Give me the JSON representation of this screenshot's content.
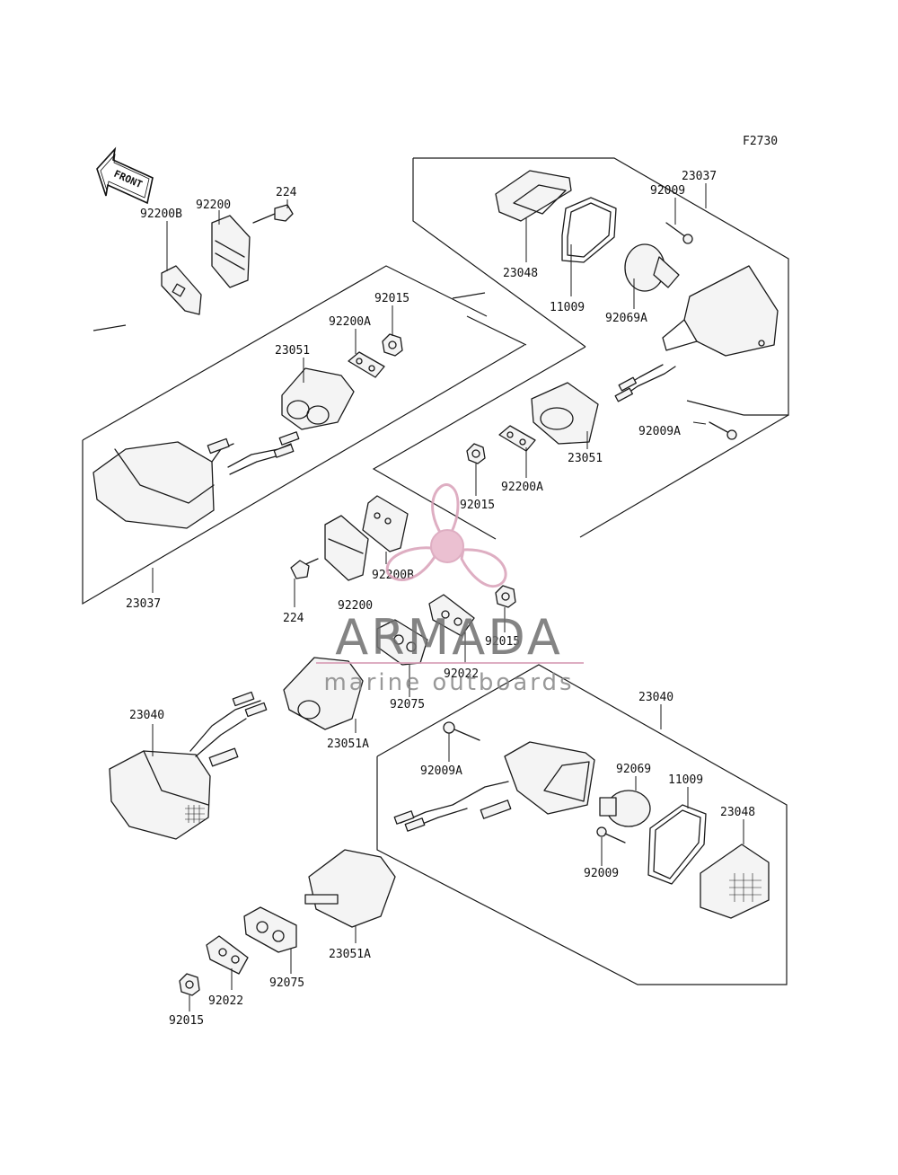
{
  "figure_code": "F2730",
  "front_arrow_text": "FRONT",
  "watermark": {
    "brand": "ARMADA",
    "tagline": "marine outboards",
    "color": "#d9a0b8"
  },
  "part_labels": {
    "p23037_top": "23037",
    "p23048_top": "23048",
    "p11009_top": "11009",
    "p92009_top": "92009",
    "p92069A": "92069A",
    "p92009A_top": "92009A",
    "p23051_right": "23051",
    "p92200A_right": "92200A",
    "p92015_mid": "92015",
    "p92200": "92200",
    "p224_top": "224",
    "p92200B_top": "92200B",
    "p92015_top": "92015",
    "p92200A_left": "92200A",
    "p23051_left": "23051",
    "p23037_left": "23037",
    "p92200B_mid": "92200B",
    "p224_mid": "224",
    "p92200_mid": "92200",
    "p92015_mid2": "92015",
    "p92022_mid": "92022",
    "p92075_mid": "92075",
    "p23051A_mid": "23051A",
    "p23040_left": "23040",
    "p23040_right": "23040",
    "p92009A_bottom": "92009A",
    "p92069": "92069",
    "p11009_bottom": "11009",
    "p23048_bottom": "23048",
    "p92009_bottom": "92009",
    "p23051A_bottom": "23051A",
    "p92075_bottom": "92075",
    "p92022_bottom": "92022",
    "p92015_bottom": "92015"
  }
}
